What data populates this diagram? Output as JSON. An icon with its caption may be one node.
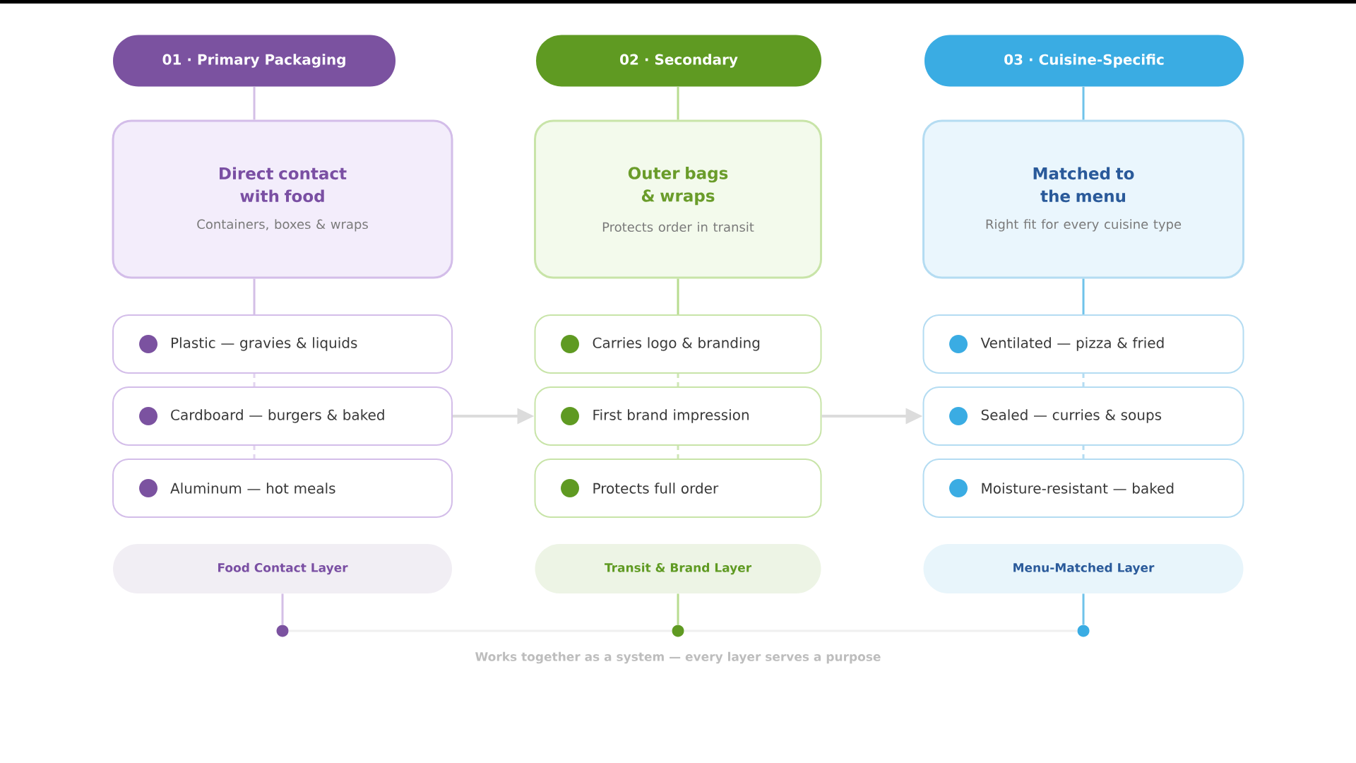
{
  "diagram": {
    "nodes": [
      {
        "text": [
          "01 · Primary Packaging"
        ]
      },
      {
        "text": [
          "Direct contact with food",
          "Containers, boxes & wraps"
        ]
      },
      {
        "text": [
          "Plastic — gravies & liquids"
        ]
      },
      {
        "text": [
          "Cardboard — burgers & baked"
        ]
      },
      {
        "text": [
          "Aluminum — hot meals"
        ]
      },
      {
        "text": [
          "Food Contact Layer"
        ]
      },
      {
        "text": [],
        "shape": "circle"
      },
      {
        "text": [
          "02 · Secondary"
        ]
      },
      {
        "text": [
          "Outer bags & wraps",
          "Protects order in transit"
        ]
      },
      {
        "text": [
          "Carries logo & branding"
        ]
      },
      {
        "text": [
          "First brand impression"
        ]
      },
      {
        "text": [
          "Protects full order"
        ]
      },
      {
        "text": [
          "Transit & Brand Layer"
        ]
      },
      {
        "text": [],
        "shape": "circle"
      },
      {
        "text": [
          "03 · Cuisine-Specific"
        ]
      },
      {
        "text": [
          "Matched to the menu",
          "Right fit for every cuisine type"
        ]
      },
      {
        "text": [
          "Ventilated — pizza & fried"
        ]
      },
      {
        "text": [
          "Sealed — curries & soups"
        ]
      },
      {
        "text": [
          "Moisture-resistant — baked"
        ]
      },
      {
        "text": [
          "Menu-Matched Layer"
        ]
      },
      {
        "text": [],
        "shape": "circle"
      }
    ],
    "edges": [
      {
        "from": 0,
        "to": 1,
        "arrow": "none",
        "color": "#d4bfe6"
      },
      {
        "from": 1,
        "to": 2,
        "arrow": "none",
        "color": "#d4bfe6"
      },
      {
        "from": 2,
        "to": 3,
        "arrow": "none",
        "style": "dashed",
        "color": "#e2d5ef"
      },
      {
        "from": 3,
        "to": 4,
        "arrow": "none",
        "style": "dashed",
        "color": "#e2d5ef"
      },
      {
        "from": 5,
        "to": 6,
        "arrow": "none",
        "color": "#d4bfe6"
      },
      {
        "from": 7,
        "to": 8,
        "arrow": "none",
        "color": "#b8dc90"
      },
      {
        "from": 8,
        "to": 9,
        "arrow": "none",
        "color": "#b8dc90"
      },
      {
        "from": 9,
        "to": 10,
        "arrow": "none",
        "style": "dashed",
        "color": "#cfe6b5"
      },
      {
        "from": 10,
        "to": 11,
        "arrow": "none",
        "style": "dashed",
        "color": "#cfe6b5"
      },
      {
        "from": 12,
        "to": 13,
        "arrow": "none",
        "color": "#b8dc90"
      },
      {
        "from": 14,
        "to": 15,
        "arrow": "none",
        "color": "#6fc3ea"
      },
      {
        "from": 15,
        "to": 16,
        "arrow": "none",
        "color": "#6fc3ea"
      },
      {
        "from": 16,
        "to": 17,
        "arrow": "none",
        "style": "dashed",
        "color": "#b4dcf2"
      },
      {
        "from": 17,
        "to": 18,
        "arrow": "none",
        "style": "dashed",
        "color": "#b4dcf2"
      },
      {
        "from": 19,
        "to": 20,
        "arrow": "none",
        "color": "#6fc3ea"
      },
      {
        "from": 3,
        "to": 10,
        "arrow": "to",
        "color": "#dcdcdc"
      },
      {
        "from": 10,
        "to": 17,
        "arrow": "to",
        "color": "#dcdcdc"
      },
      {
        "from": 6,
        "to": 13,
        "arrow": "none",
        "color": "#efefef"
      },
      {
        "from": 13,
        "to": 20,
        "arrow": "none",
        "color": "#efefef"
      }
    ],
    "labels": [
      "Works together as a system — every layer serves a purpose"
    ]
  }
}
